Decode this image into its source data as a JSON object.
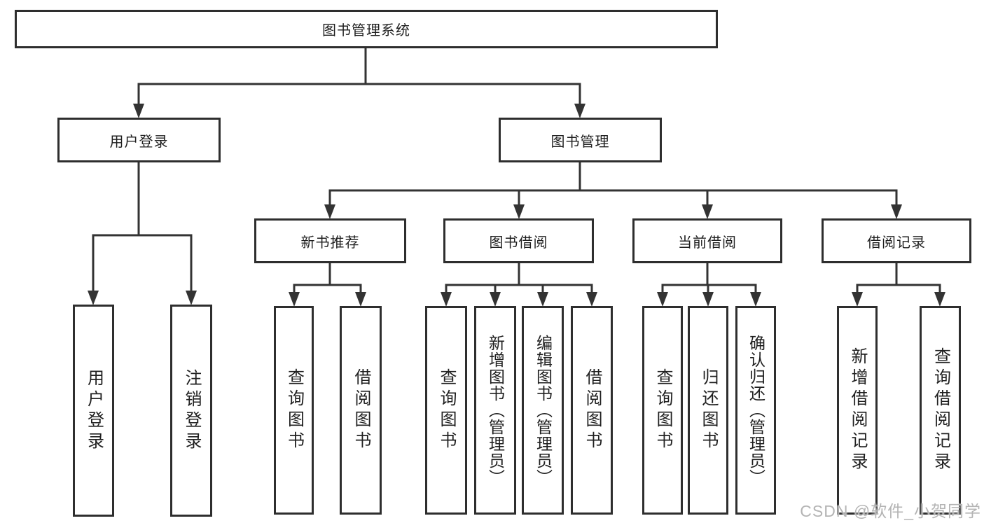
{
  "tree": {
    "root": "图书管理系统",
    "user_login": {
      "label": "用户登录",
      "children": [
        "用户登录",
        "注销登录"
      ]
    },
    "book_mgmt": {
      "label": "图书管理",
      "sections": [
        {
          "label": "新书推荐",
          "children": [
            "查询图书",
            "借阅图书"
          ]
        },
        {
          "label": "图书借阅",
          "children": [
            "查询图书",
            "新增图书（管理员）",
            "编辑图书（管理员）",
            "借阅图书"
          ]
        },
        {
          "label": "当前借阅",
          "children": [
            "查询图书",
            "归还图书",
            "确认归还（管理员）"
          ]
        },
        {
          "label": "借阅记录",
          "children": [
            "新增借阅记录",
            "查询借阅记录"
          ]
        }
      ]
    }
  },
  "watermark": "CSDN @软件_小贺同学",
  "colors": {
    "line": "#333333",
    "box_border": "#2e2e2e",
    "text": "#1f1f1f",
    "watermark": "#b4b4b4",
    "background": "#ffffff"
  }
}
